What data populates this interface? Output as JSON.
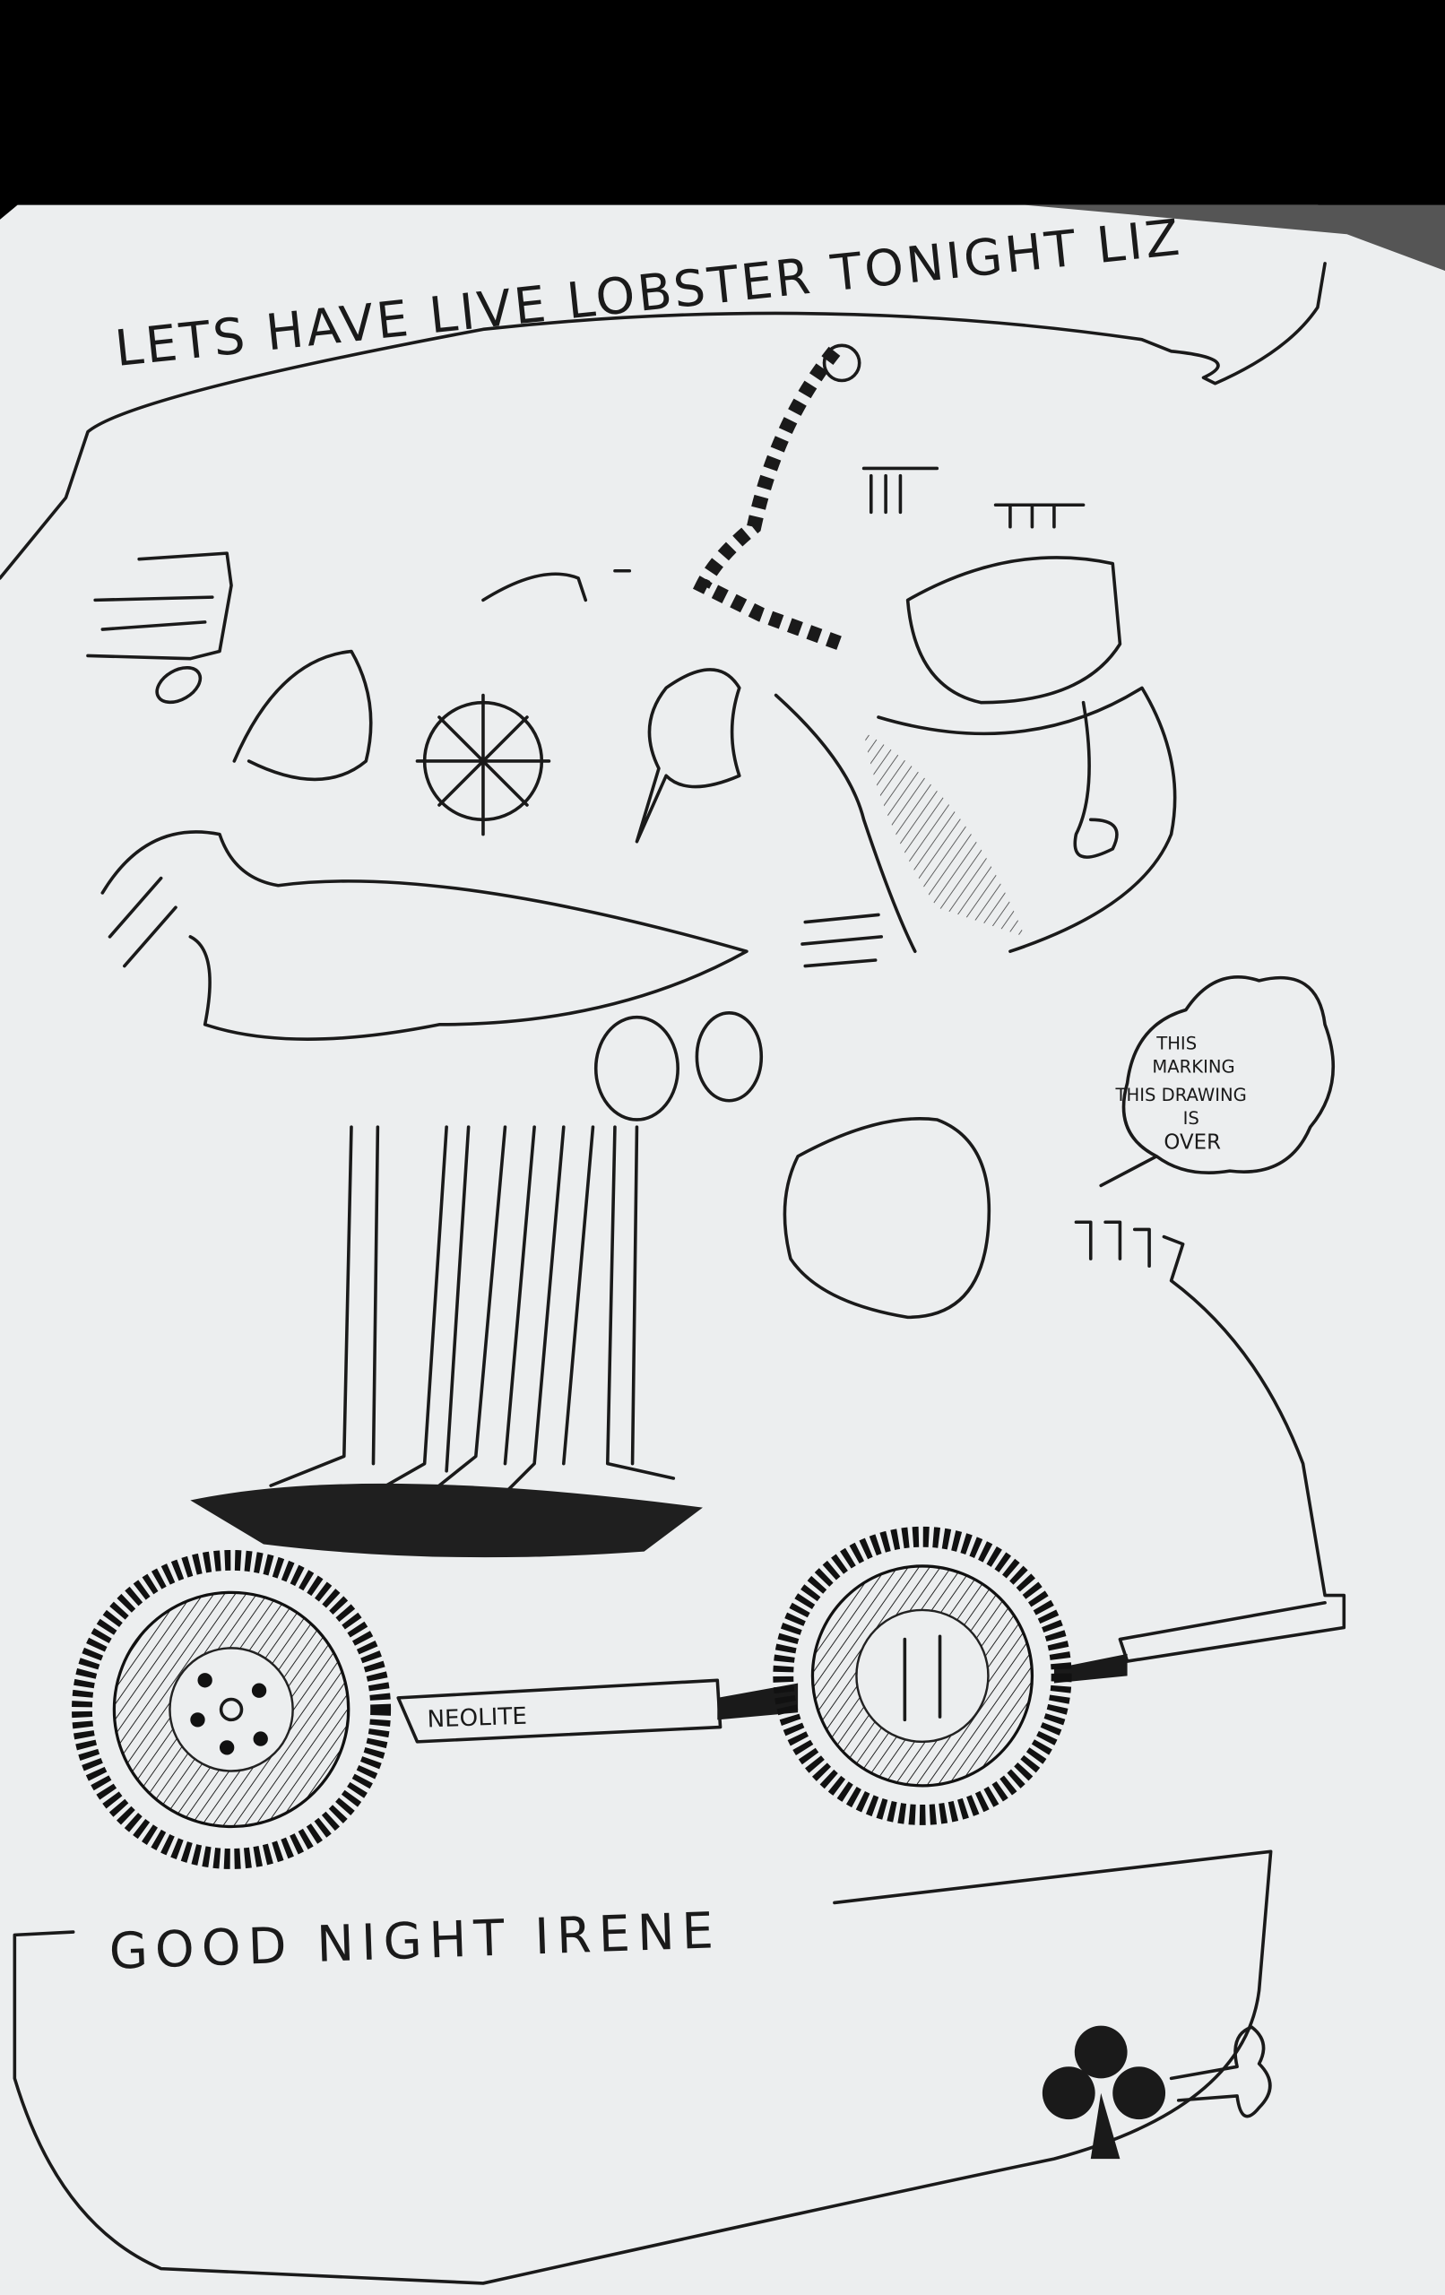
{
  "drawing": {
    "top_banner_text": "LETS HAVE LIVE LOBSTER TONIGHT LIZ",
    "speech_bubble_lines": [
      "THIS",
      "MARKING",
      "THIS DRAWING",
      "IS",
      "OVER"
    ],
    "vehicle_label": "NEOLITE",
    "bottom_banner_text": "GOOD NIGHT IRENE"
  },
  "colors": {
    "paper": "#eceeef",
    "ink": "#1a1a1a",
    "background": "#000000"
  }
}
